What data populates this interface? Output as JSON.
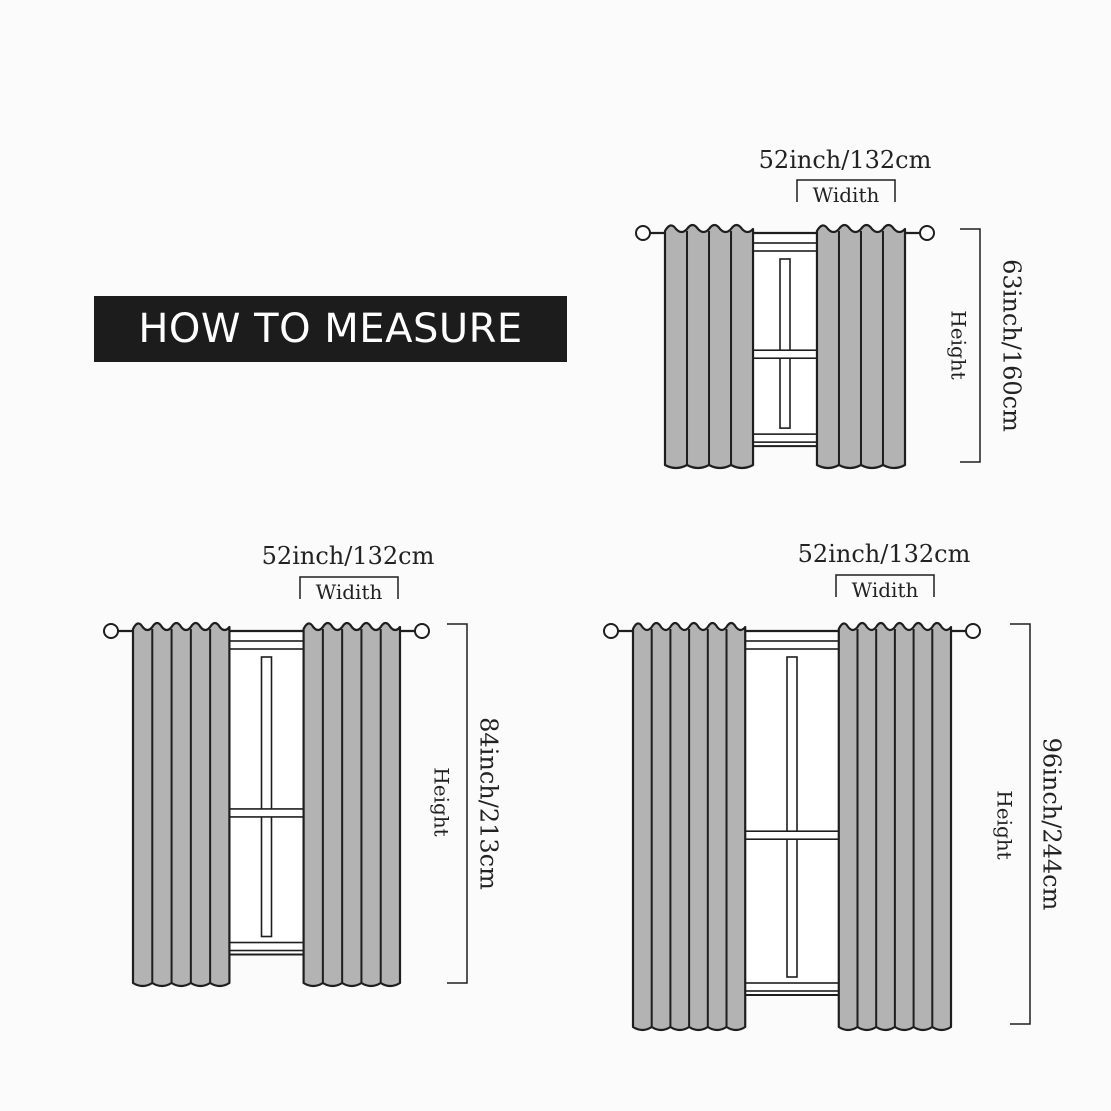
{
  "banner": {
    "title": "HOW TO MEASURE"
  },
  "colors": {
    "fabric": "#b3b3b3",
    "line": "#1e1e1e",
    "banner": "#1c1c1c"
  },
  "curtains": [
    {
      "width_value": "52inch/132cm",
      "width_label": "Widith",
      "height_value": "63inch/160cm",
      "height_label": "Height"
    },
    {
      "width_value": "52inch/132cm",
      "width_label": "Widith",
      "height_value": "84inch/213cm",
      "height_label": "Height"
    },
    {
      "width_value": "52inch/132cm",
      "width_label": "Widith",
      "height_value": "96inch/244cm",
      "height_label": "Height"
    }
  ]
}
